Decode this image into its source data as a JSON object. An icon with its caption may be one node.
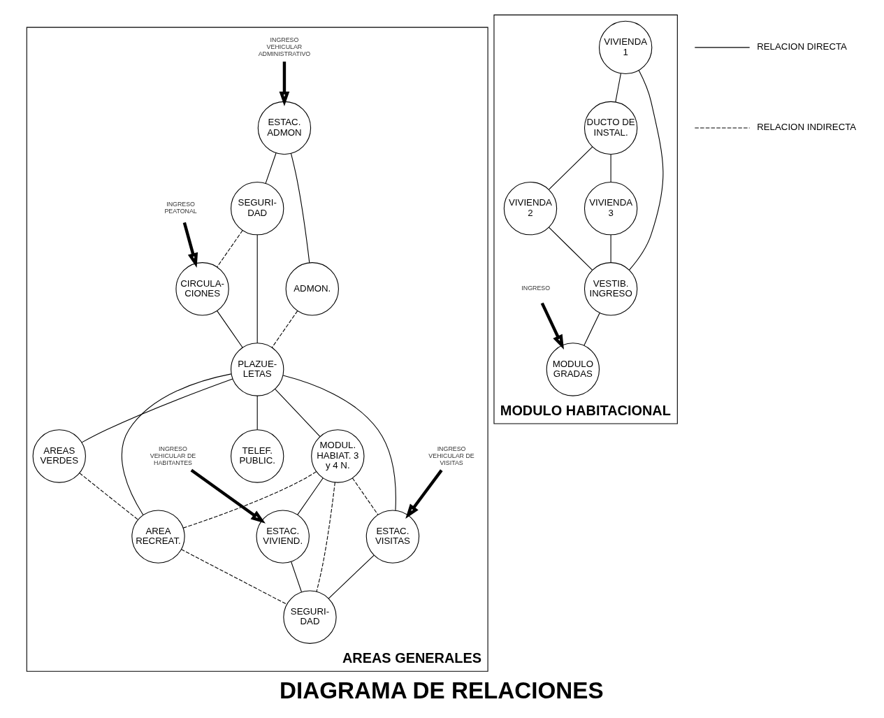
{
  "diagram": {
    "title": "DIAGRAMA DE RELACIONES",
    "nodes": [
      {
        "text": [
          "AREAS GENERALES"
        ]
      },
      {
        "text": [
          "ESTAC. ADMON"
        ],
        "in": 0
      },
      {
        "text": [
          "SEGURI- DAD"
        ],
        "in": 0
      },
      {
        "text": [
          "CIRCULA- CIONES"
        ],
        "in": 0
      },
      {
        "text": [
          "ADMON."
        ],
        "in": 0
      },
      {
        "text": [
          "PLAZUE- LETAS"
        ],
        "in": 0
      },
      {
        "text": [
          "TELEF. PUBLIC."
        ],
        "in": 0
      },
      {
        "text": [
          "MODUL. HABIAT. 3 y 4 N."
        ],
        "in": 0
      },
      {
        "text": [
          "AREAS VERDES"
        ],
        "in": 0
      },
      {
        "text": [
          "ESTAC. VISITAS"
        ],
        "in": 0
      },
      {
        "text": [
          "ESTAC. VIVIEND."
        ],
        "in": 0
      },
      {
        "text": [
          "AREA RECREAT."
        ],
        "in": 0
      },
      {
        "text": [
          "SEGURI- DAD"
        ],
        "in": 0
      },
      {
        "text": [
          "INGRESO PEATONAL"
        ],
        "in": 0
      },
      {
        "text": [
          "INGRESO VEHICULAR ADMINISTRATIVO"
        ],
        "in": 0
      },
      {
        "text": [
          "INGRESO VEHICULAR DE HABITANTES"
        ],
        "in": 0
      },
      {
        "text": [
          "INGRESO VEHICULAR DE VISITAS"
        ],
        "in": 0
      },
      {
        "text": [
          "MODULO HABITACIONAL"
        ]
      },
      {
        "text": [
          "VIVIENDA 1"
        ],
        "in": 17
      },
      {
        "text": [
          "DUCTO DE INSTAL."
        ],
        "in": 17
      },
      {
        "text": [
          "VIVIENDA 2"
        ],
        "in": 17
      },
      {
        "text": [
          "VESTIB. INGRESO"
        ],
        "in": 17
      },
      {
        "text": [
          "VIVIENDA 3"
        ],
        "in": 17
      },
      {
        "text": [
          "MODULO GRADAS"
        ],
        "in": 17
      },
      {
        "text": [
          "INGRESO"
        ],
        "in": 17
      }
    ],
    "edges": [
      {
        "from": 1,
        "to": 2,
        "arrow": "none"
      },
      {
        "from": 2,
        "to": 3,
        "arrow": "none",
        "style": "dashed"
      },
      {
        "from": 1,
        "to": 4,
        "arrow": "none"
      },
      {
        "from": 2,
        "to": 5,
        "arrow": "none"
      },
      {
        "from": 3,
        "to": 5,
        "arrow": "none"
      },
      {
        "from": 4,
        "to": 5,
        "arrow": "none",
        "style": "dashed"
      },
      {
        "from": 5,
        "to": 6,
        "arrow": "none"
      },
      {
        "from": 5,
        "to": 7,
        "arrow": "none"
      },
      {
        "from": 5,
        "to": 8,
        "arrow": "none"
      },
      {
        "from": 5,
        "to": 11,
        "arrow": "none"
      },
      {
        "from": 5,
        "to": 9,
        "arrow": "none"
      },
      {
        "from": 7,
        "to": 9,
        "arrow": "none",
        "style": "dashed"
      },
      {
        "from": 7,
        "to": 10,
        "arrow": "none"
      },
      {
        "from": 7,
        "to": 12,
        "arrow": "none",
        "style": "dashed"
      },
      {
        "from": 7,
        "to": 11,
        "arrow": "none",
        "style": "dashed"
      },
      {
        "from": 8,
        "to": 11,
        "arrow": "none",
        "style": "dashed"
      },
      {
        "from": 9,
        "to": 12,
        "arrow": "none"
      },
      {
        "from": 10,
        "to": 12,
        "arrow": "none"
      },
      {
        "from": 11,
        "to": 12,
        "arrow": "none",
        "style": "dashed"
      },
      {
        "from": 13,
        "to": 3,
        "arrow": "to",
        "style": "thick"
      },
      {
        "from": 14,
        "to": 1,
        "arrow": "to",
        "style": "thick"
      },
      {
        "from": 15,
        "to": 10,
        "arrow": "to",
        "style": "thick"
      },
      {
        "from": 16,
        "to": 9,
        "arrow": "to",
        "style": "thick"
      },
      {
        "from": 18,
        "to": 19,
        "arrow": "none"
      },
      {
        "from": 18,
        "to": 21,
        "arrow": "none"
      },
      {
        "from": 19,
        "to": 20,
        "arrow": "none"
      },
      {
        "from": 20,
        "to": 21,
        "arrow": "none"
      },
      {
        "from": 19,
        "to": 22,
        "arrow": "none"
      },
      {
        "from": 22,
        "to": 21,
        "arrow": "none"
      },
      {
        "from": 21,
        "to": 23,
        "arrow": "none"
      },
      {
        "from": 24,
        "to": 23,
        "arrow": "to",
        "style": "thick"
      }
    ],
    "legend": [
      {
        "text": "RELACION DIRECTA"
      },
      {
        "text": "RELACION INDIRECTA"
      }
    ]
  }
}
